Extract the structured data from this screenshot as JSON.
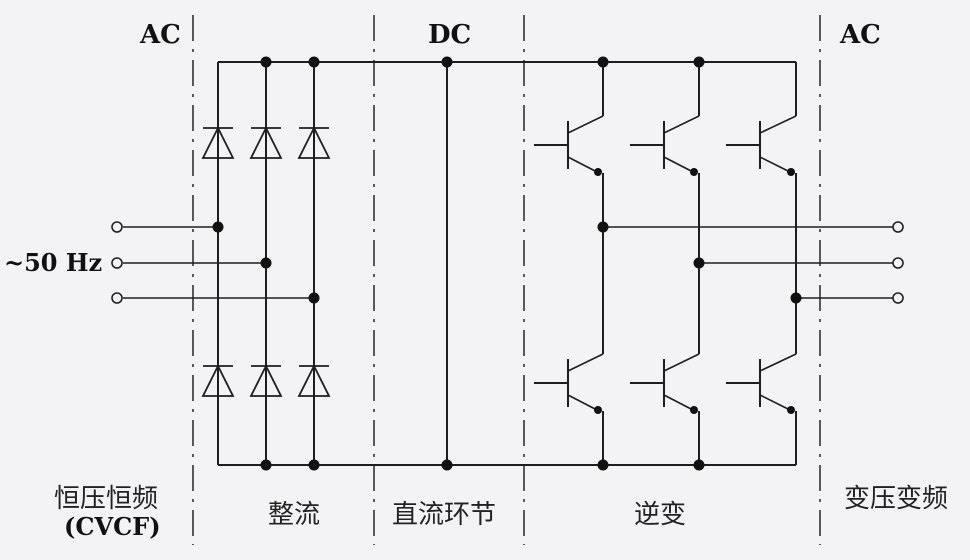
{
  "title": "AC-DC-AC variable frequency drive main circuit",
  "colors": {
    "background": "#f3f2f4",
    "line": "#1e1e1e"
  },
  "zone_labels": {
    "input_ac": "AC",
    "dc": "DC",
    "output_ac": "AC"
  },
  "input": {
    "frequency_label": "~50 Hz",
    "phases": 3
  },
  "output": {
    "phases": 3
  },
  "section_labels": {
    "input": "恒压恒频",
    "input_sub": "(CVCF)",
    "rectifier": "整流",
    "dc_link": "直流环节",
    "inverter": "逆变",
    "output": "变压变频"
  },
  "components": {
    "rectifier": {
      "type": "diode",
      "legs": 3,
      "per_leg": 2,
      "icon": "diode-icon"
    },
    "dc_link": {
      "type": "bus",
      "icon": "bus-node-icon"
    },
    "inverter": {
      "type": "transistor",
      "legs": 3,
      "per_leg": 2,
      "icon": "transistor-icon"
    }
  }
}
